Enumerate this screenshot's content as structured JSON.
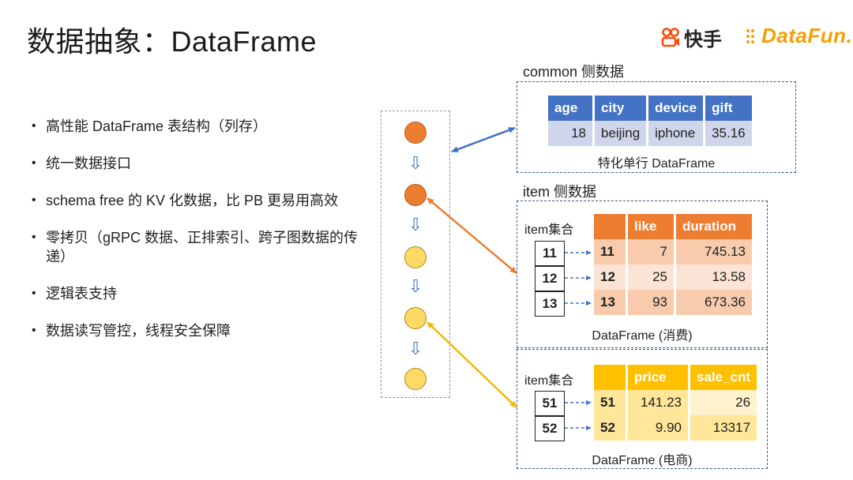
{
  "title": "数据抽象：DataFrame",
  "logos": {
    "kuaishou": "快手",
    "datafun": "DataFun."
  },
  "bullets": [
    "高性能 DataFrame 表结构（列存）",
    "统一数据接口",
    "schema free 的 KV 化数据，比 PB 更易用高效",
    "零拷贝（gRPC 数据、正排索引、跨子图数据的传递）",
    "逻辑表支持",
    "数据读写管控，线程安全保障"
  ],
  "flow": {
    "circles": [
      "orange",
      "orange",
      "yellow",
      "yellow",
      "yellow"
    ],
    "icon": "down-arrow-icon"
  },
  "common": {
    "label": "common 侧数据",
    "headers": [
      "age",
      "city",
      "device",
      "gift"
    ],
    "row": [
      "18",
      "beijing",
      "iphone",
      "35.16"
    ],
    "caption": "特化单行 DataFrame"
  },
  "item_label": "item 侧数据",
  "consume": {
    "set_label": "item集合",
    "headers": [
      "",
      "like",
      "duration"
    ],
    "rows": [
      {
        "id": "11",
        "key": "11",
        "c1": "7",
        "c2": "745.13"
      },
      {
        "id": "12",
        "key": "12",
        "c1": "25",
        "c2": "13.58"
      },
      {
        "id": "13",
        "key": "13",
        "c1": "93",
        "c2": "673.36"
      }
    ],
    "caption": "DataFrame (消费)"
  },
  "ecommerce": {
    "set_label": "item集合",
    "headers": [
      "",
      "price",
      "sale_cnt"
    ],
    "rows": [
      {
        "id": "51",
        "key": "51",
        "c1": "141.23",
        "c2": "26"
      },
      {
        "id": "52",
        "key": "52",
        "c1": "9.90",
        "c2": "13317"
      }
    ],
    "caption": "DataFrame (电商)"
  },
  "colors": {
    "blue_header": "#4472c4",
    "blue_row": "#cfd5ea",
    "orange_header": "#ed7d31",
    "orange_row_a": "#f8cbad",
    "orange_row_b": "#fbe4d5",
    "yellow_header": "#ffc000",
    "yellow_row_a": "#ffe699",
    "yellow_row_b": "#fff2cc",
    "arrow_blue": "#4472c4",
    "arrow_orange": "#ed7d31",
    "arrow_yellow": "#f5b800"
  }
}
